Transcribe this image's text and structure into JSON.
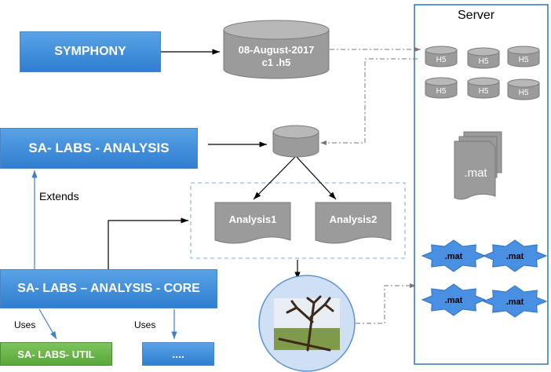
{
  "boxes": {
    "symphony": "SYMPHONY",
    "analysis": "SA- LABS - ANALYSIS",
    "core": "SA- LABS – ANALYSIS - CORE",
    "util": "SA- LABS- UTIL",
    "ellipsis": "...."
  },
  "relations": {
    "extends": "Extends",
    "uses_left": "Uses",
    "uses_right": "Uses"
  },
  "database": {
    "line1": "08-August-2017",
    "line2": "c1 .h5"
  },
  "docs": {
    "analysis1": "Analysis1",
    "analysis2": "Analysis2"
  },
  "server": {
    "title": "Server",
    "h5_label": "H5",
    "mat_label": ".mat",
    "mat_star_label": ".mat"
  }
}
